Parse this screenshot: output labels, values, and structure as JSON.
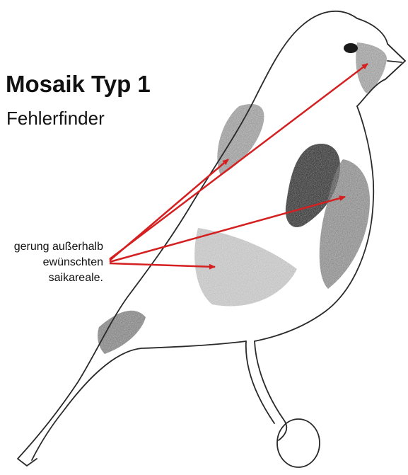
{
  "heading": {
    "title": "Mosaik Typ 1",
    "subtitle": "Fehlerfinder"
  },
  "callout": {
    "lines": [
      "gerung außerhalb",
      "ewünschten",
      "saikareale."
    ]
  },
  "colors": {
    "arrow": "#d42020",
    "outline": "#2a2a2a",
    "shading": "#8a8a8a"
  }
}
